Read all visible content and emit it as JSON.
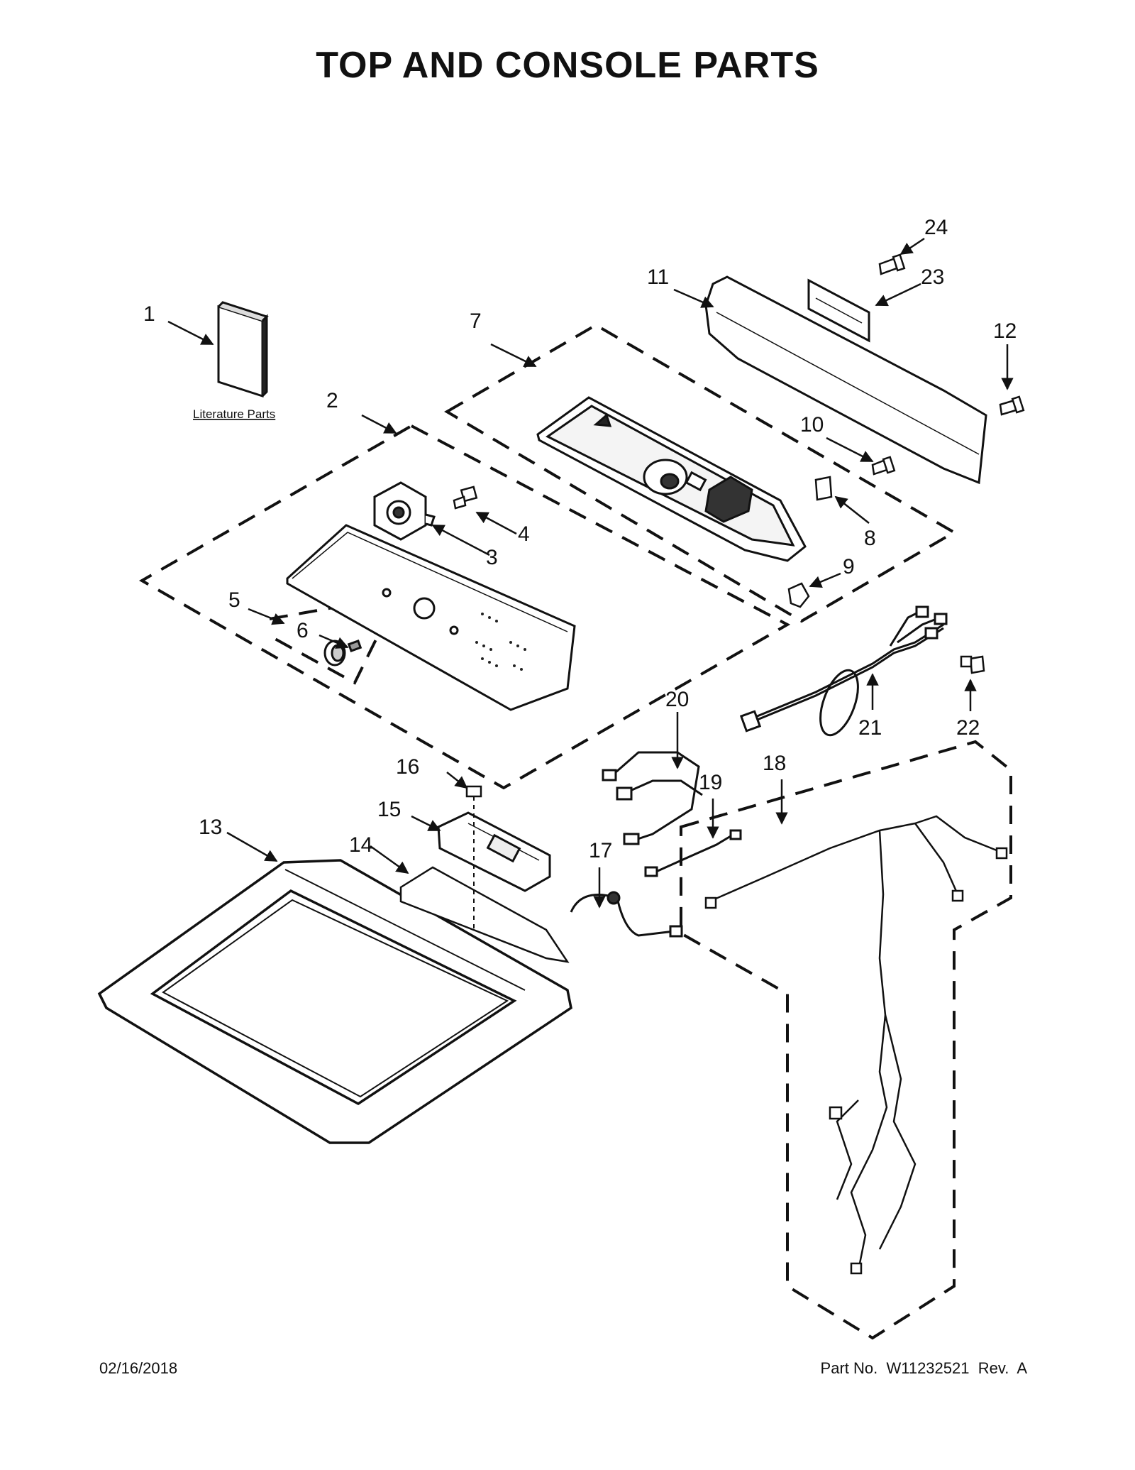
{
  "title": "TOP AND CONSOLE PARTS",
  "literature_label": "Literature Parts",
  "callouts": [
    "1",
    "2",
    "3",
    "4",
    "5",
    "6",
    "7",
    "8",
    "9",
    "10",
    "11",
    "12",
    "13",
    "14",
    "15",
    "16",
    "17",
    "18",
    "19",
    "20",
    "21",
    "22",
    "23",
    "24"
  ],
  "footer": {
    "date": "02/16/2018",
    "part_no": "Part No.  W11232521  Rev.  A"
  }
}
